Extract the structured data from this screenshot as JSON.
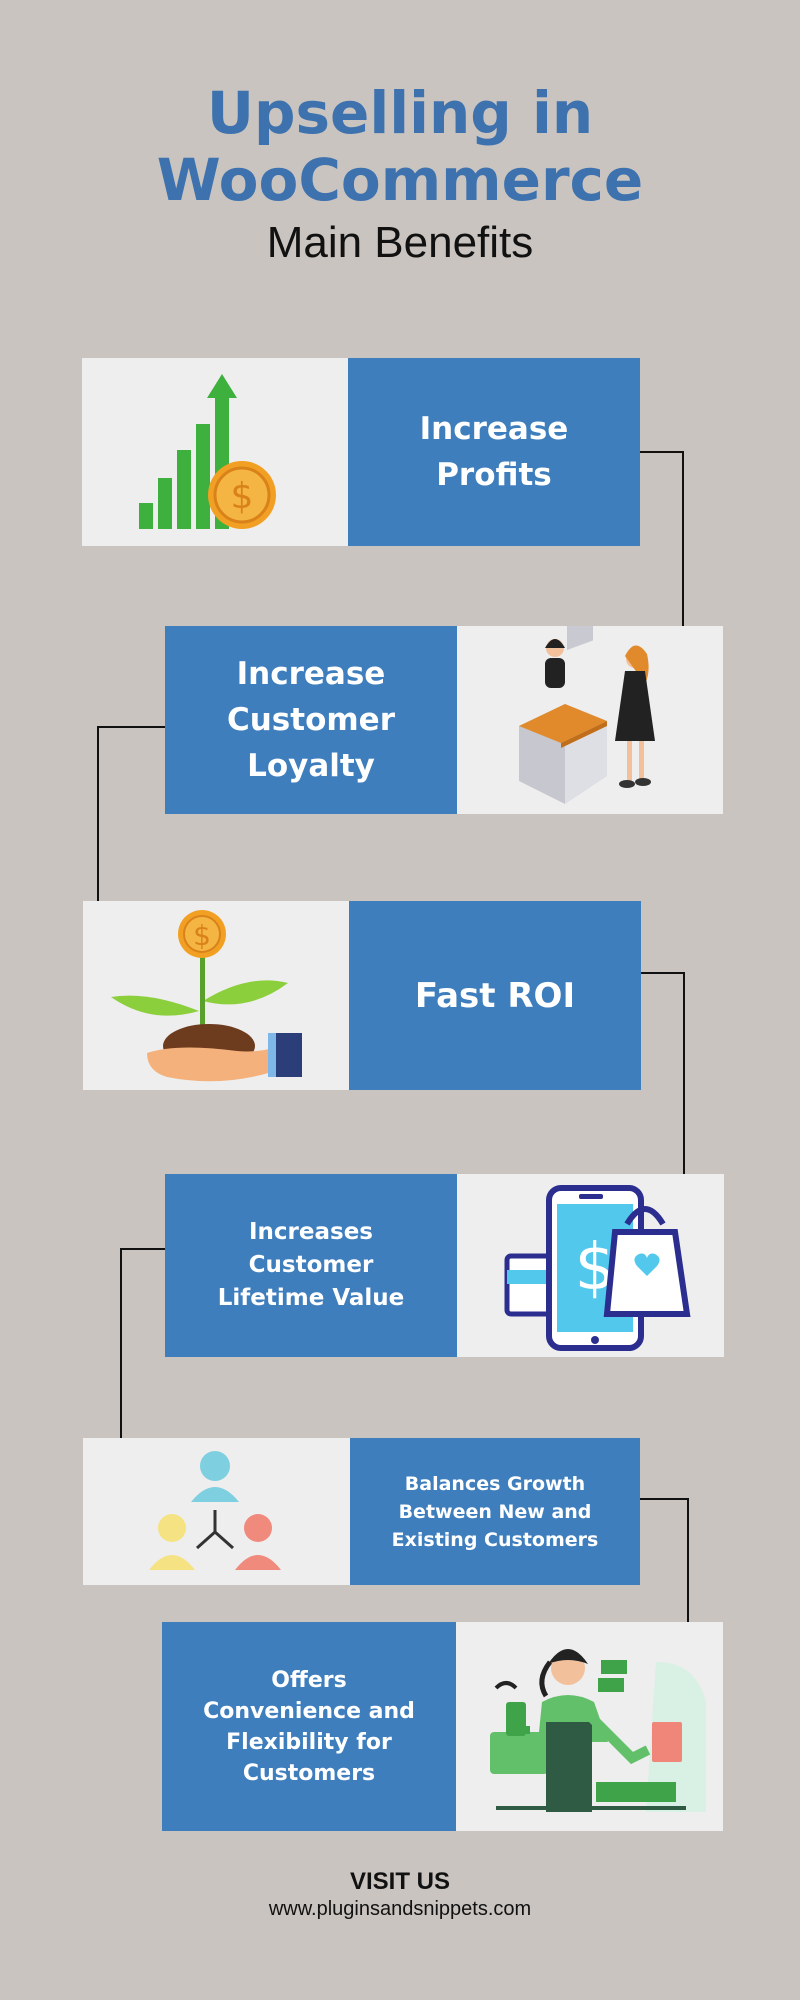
{
  "header": {
    "title_line1": "Upselling in",
    "title_line2": "WooCommerce",
    "subtitle": "Main Benefits"
  },
  "benefits": [
    {
      "line1": "Increase",
      "line2": "Profits",
      "line3": "",
      "icon": "growth-chart-icon"
    },
    {
      "line1": "Increase",
      "line2": "Customer",
      "line3": "Loyalty",
      "icon": "store-counter-icon"
    },
    {
      "line1": "Fast ROI",
      "line2": "",
      "line3": "",
      "icon": "money-plant-icon"
    },
    {
      "line1": "Increases",
      "line2": "Customer",
      "line3": "Lifetime Value",
      "icon": "mobile-shopping-icon"
    },
    {
      "line1": "Balances Growth",
      "line2": "Between New and",
      "line3": "Existing Customers",
      "icon": "customer-network-icon"
    },
    {
      "line1": "Offers",
      "line2": "Convenience and",
      "line3": "Flexibility for",
      "line4": "Customers",
      "icon": "cashier-icon"
    }
  ],
  "footer": {
    "visit_label": "VISIT US",
    "url": "www.pluginsandsnippets.com"
  },
  "colors": {
    "background": "#c9c4c0",
    "accent": "#3f7ebd",
    "title": "#3e72ae",
    "panel": "#eeeeee"
  }
}
